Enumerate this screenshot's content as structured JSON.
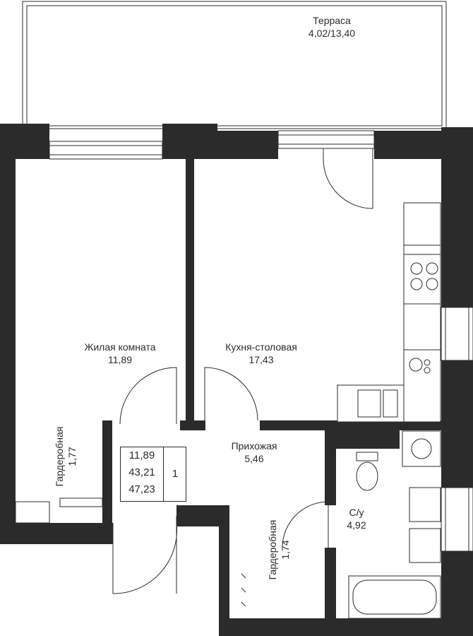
{
  "colors": {
    "wall": "#2b2b2b",
    "background": "#ffffff"
  },
  "rooms": {
    "terrace": {
      "name": "Терраса",
      "area": "4,02/13,40"
    },
    "living": {
      "name": "Жилая комната",
      "area": "11,89"
    },
    "kitchen": {
      "name": "Кухня-столовая",
      "area": "17,43"
    },
    "hall": {
      "name": "Прихожая",
      "area": "5,46"
    },
    "bathroom": {
      "name": "С/у",
      "area": "4,92"
    },
    "wardrobe_left": {
      "name": "Гардеробная",
      "area": "1,77"
    },
    "wardrobe_center": {
      "name": "Гардеробная",
      "area": "1,74"
    }
  },
  "summary": {
    "living_area": "11,89",
    "total_area": "43,21",
    "total_with_terrace": "47,23",
    "room_count": "1"
  },
  "icons": [
    "hob-icon",
    "dishwasher-icon",
    "sink-icon",
    "toilet-icon",
    "washing-machine-icon",
    "washbasin-icon",
    "bathtub-icon",
    "cabinet-icon"
  ]
}
